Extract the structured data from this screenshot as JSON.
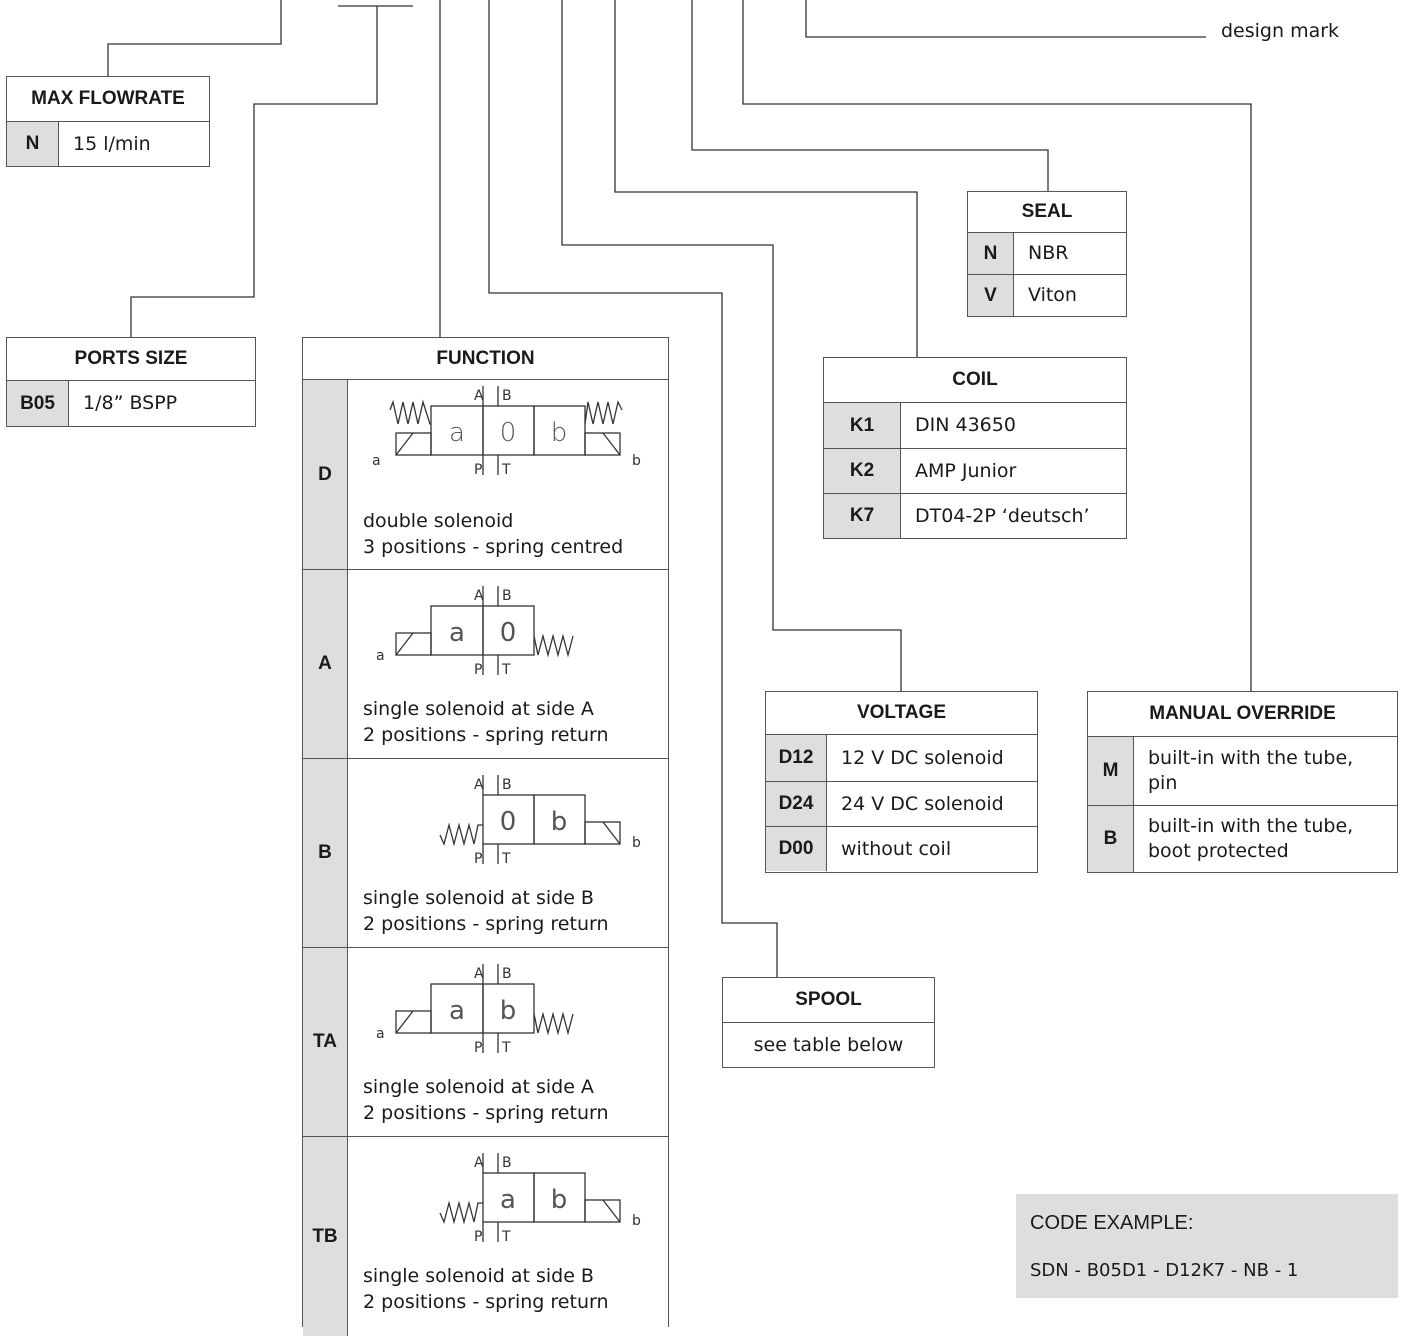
{
  "design_mark_label": "design mark",
  "max_flowrate": {
    "title": "MAX FLOWRATE",
    "rows": [
      {
        "code": "N",
        "desc": "15 l/min"
      }
    ]
  },
  "ports_size": {
    "title": "PORTS SIZE",
    "rows": [
      {
        "code": "B05",
        "desc": "1/8” BSPP"
      }
    ]
  },
  "seal": {
    "title": "SEAL",
    "rows": [
      {
        "code": "N",
        "desc": "NBR"
      },
      {
        "code": "V",
        "desc": "Viton"
      }
    ]
  },
  "coil": {
    "title": "COIL",
    "rows": [
      {
        "code": "K1",
        "desc": "DIN 43650"
      },
      {
        "code": "K2",
        "desc": "AMP Junior"
      },
      {
        "code": "K7",
        "desc": "DT04-2P ‘deutsch’"
      }
    ]
  },
  "voltage": {
    "title": "VOLTAGE",
    "rows": [
      {
        "code": "D12",
        "desc": "12 V DC solenoid"
      },
      {
        "code": "D24",
        "desc": "24 V DC solenoid"
      },
      {
        "code": "D00",
        "desc": "without coil"
      }
    ]
  },
  "manual_override": {
    "title": "MANUAL OVERRIDE",
    "rows": [
      {
        "code": "M",
        "desc": "built-in with the tube, pin"
      },
      {
        "code": "B",
        "desc": "built-in with the tube, boot protected"
      }
    ]
  },
  "spool": {
    "title": "SPOOL",
    "desc": "see table below"
  },
  "function": {
    "title": "FUNCTION",
    "rows": [
      {
        "code": "D",
        "line1": "double solenoid",
        "line2": "3 positions - spring centred",
        "boxes": [
          "a",
          "0",
          "b"
        ]
      },
      {
        "code": "A",
        "line1": "single solenoid at side A",
        "line2": "2 positions - spring return",
        "boxes": [
          "a",
          "0"
        ]
      },
      {
        "code": "B",
        "line1": "single solenoid at side B",
        "line2": "2 positions - spring return",
        "boxes": [
          "0",
          "b"
        ]
      },
      {
        "code": "TA",
        "line1": "single solenoid at side A",
        "line2": "2 positions - spring return",
        "boxes": [
          "a",
          "b"
        ]
      },
      {
        "code": "TB",
        "line1": "single solenoid at side B",
        "line2": "2 positions - spring return",
        "boxes": [
          "a",
          "b"
        ]
      }
    ],
    "port_labels": {
      "a": "A",
      "b": "B",
      "p": "P",
      "t": "T",
      "sol_a": "a",
      "sol_b": "b"
    }
  },
  "code_example": {
    "title": "CODE EXAMPLE:",
    "value": "SDN - B05D1 - D12K7 - NB - 1"
  },
  "colors": {
    "code_bg": "#dedede",
    "border": "#555555",
    "line": "#333333"
  }
}
